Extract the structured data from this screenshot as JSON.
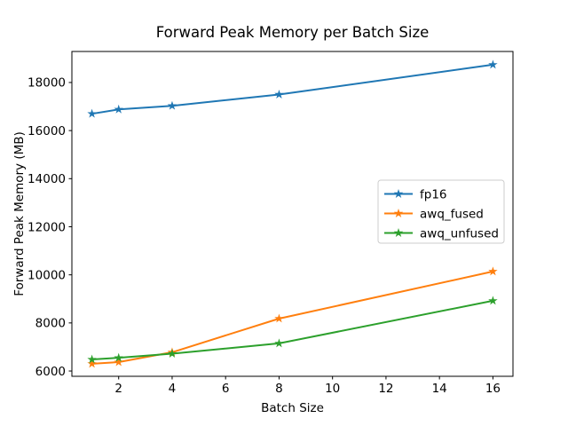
{
  "chart_data": {
    "type": "line",
    "title": "Forward Peak Memory per Batch Size",
    "xlabel": "Batch Size",
    "ylabel": "Forward Peak Memory (MB)",
    "x": [
      1,
      2,
      4,
      8,
      16
    ],
    "series": [
      {
        "name": "fp16",
        "color": "#1f77b4",
        "values": [
          16700,
          16880,
          17030,
          17500,
          18740
        ]
      },
      {
        "name": "awq_fused",
        "color": "#ff7f0e",
        "values": [
          6300,
          6370,
          6780,
          8180,
          10140
        ]
      },
      {
        "name": "awq_unfused",
        "color": "#2ca02c",
        "values": [
          6480,
          6550,
          6720,
          7150,
          8920
        ]
      }
    ],
    "xlim": [
      0.25,
      16.75
    ],
    "ylim": [
      5780,
      19290
    ],
    "xticks": [
      2,
      4,
      6,
      8,
      10,
      12,
      14,
      16
    ],
    "yticks": [
      6000,
      8000,
      10000,
      12000,
      14000,
      16000,
      18000
    ],
    "marker": "star",
    "line_width": 2,
    "grid": false,
    "legend_position": "center right",
    "legend_border_color": "#cccccc",
    "axis_color": "#000000",
    "background_color": "#ffffff"
  }
}
